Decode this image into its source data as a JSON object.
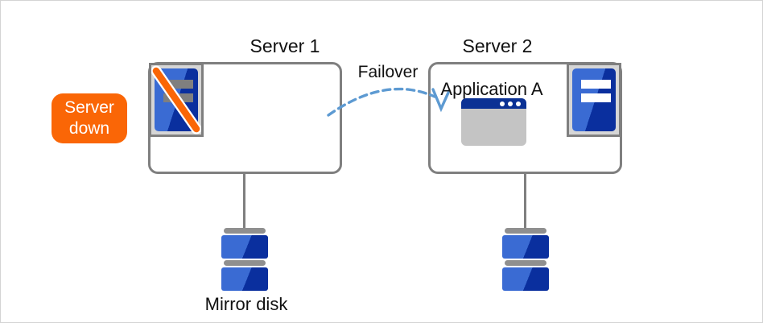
{
  "diagram": {
    "server1": {
      "title": "Server 1"
    },
    "server2": {
      "title": "Server 2",
      "app_label": "Application A"
    },
    "status_badge": {
      "line1": "Server",
      "line2": "down"
    },
    "arrow_label": "Failover",
    "disk_label": "Mirror disk",
    "colors": {
      "orange": "#fa6606",
      "blue_light": "#3a6bd3",
      "blue_dark": "#0a2f9e",
      "titlebar_navy": "#0b3194",
      "arrow_blue": "#5d9ad2",
      "border_gray": "#7f7f7f"
    }
  }
}
